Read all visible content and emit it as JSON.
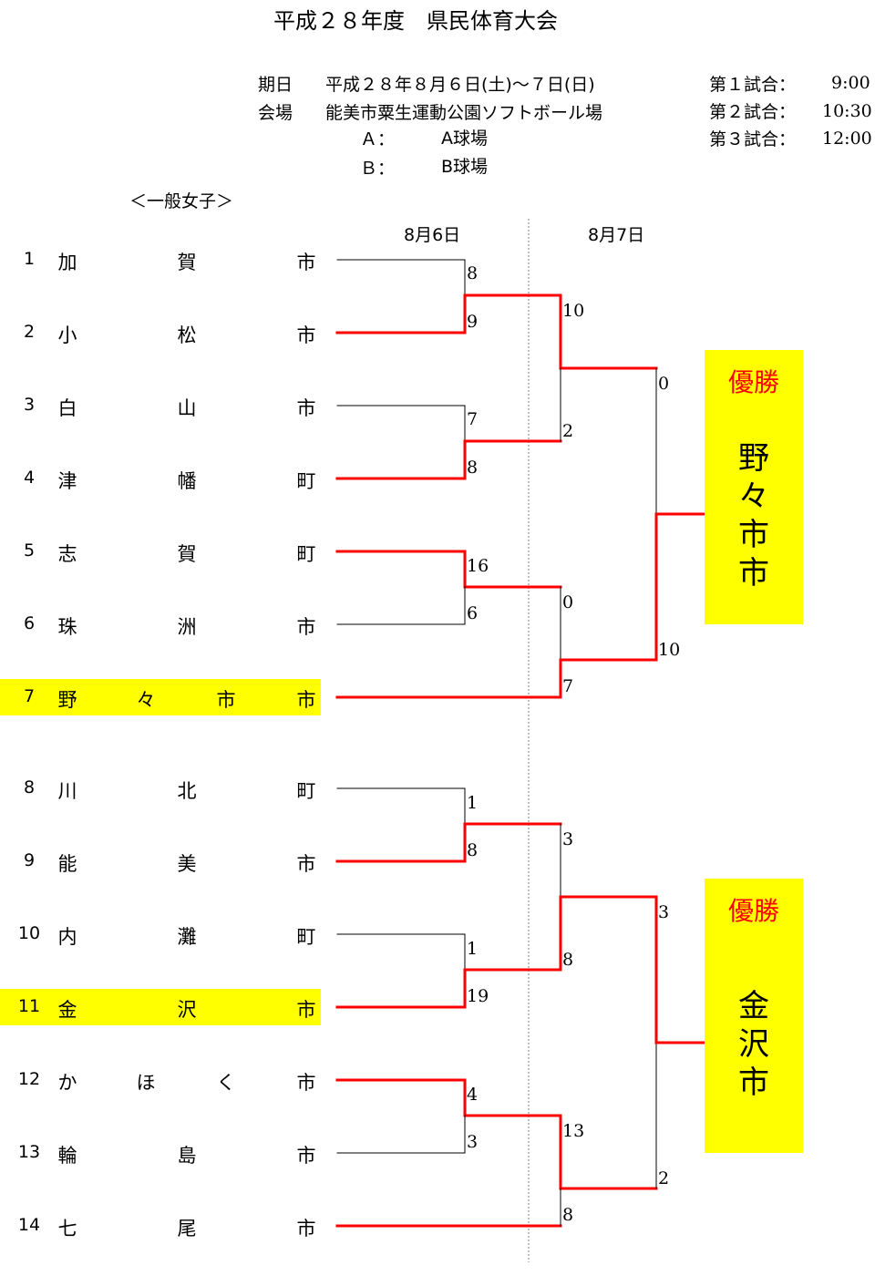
{
  "title": "平成２８年度　県民体育大会",
  "info": {
    "date_label": "期日",
    "date_value": "平成２８年８月６日(土)～７日(日)",
    "venue_label": "会場",
    "venue_value": "能美市粟生運動公園ソフトボール場",
    "field_a_label": "Ａ：",
    "field_a_value": "A球場",
    "field_b_label": "Ｂ：",
    "field_b_value": "B球場"
  },
  "schedule": [
    {
      "label": "第１試合：",
      "time": "9:00"
    },
    {
      "label": "第２試合：",
      "time": "10:30"
    },
    {
      "label": "第３試合：",
      "time": "12:00"
    }
  ],
  "category": "＜一般女子＞",
  "dates": {
    "day1": "8月6日",
    "day2": "8月7日"
  },
  "teams": [
    {
      "num": "1",
      "chars": [
        "加",
        "",
        "賀",
        "",
        "市"
      ]
    },
    {
      "num": "2",
      "chars": [
        "小",
        "",
        "松",
        "",
        "市"
      ]
    },
    {
      "num": "3",
      "chars": [
        "白",
        "",
        "山",
        "",
        "市"
      ]
    },
    {
      "num": "4",
      "chars": [
        "津",
        "",
        "幡",
        "",
        "町"
      ]
    },
    {
      "num": "5",
      "chars": [
        "志",
        "",
        "賀",
        "",
        "町"
      ]
    },
    {
      "num": "6",
      "chars": [
        "珠",
        "",
        "洲",
        "",
        "市"
      ]
    },
    {
      "num": "7",
      "chars": [
        "野",
        "々",
        "",
        "市",
        "市"
      ]
    },
    {
      "num": "8",
      "chars": [
        "川",
        "",
        "北",
        "",
        "町"
      ]
    },
    {
      "num": "9",
      "chars": [
        "能",
        "",
        "美",
        "",
        "市"
      ]
    },
    {
      "num": "10",
      "chars": [
        "内",
        "",
        "灘",
        "",
        "町"
      ]
    },
    {
      "num": "11",
      "chars": [
        "金",
        "",
        "沢",
        "",
        "市"
      ]
    },
    {
      "num": "12",
      "chars": [
        "か",
        "ほ",
        "",
        "く",
        "市"
      ]
    },
    {
      "num": "13",
      "chars": [
        "輪",
        "",
        "島",
        "",
        "市"
      ]
    },
    {
      "num": "14",
      "chars": [
        "七",
        "",
        "尾",
        "",
        "市"
      ]
    }
  ],
  "scores": {
    "r1": [
      "8",
      "9",
      "7",
      "8",
      "16",
      "6",
      "1",
      "8",
      "1",
      "19",
      "4",
      "3"
    ],
    "r2": [
      "10",
      "2",
      "0",
      "7",
      "3",
      "8",
      "13",
      "8"
    ],
    "final": [
      "0",
      "10",
      "3",
      "2"
    ]
  },
  "champions": [
    {
      "label": "優勝",
      "name": [
        "野",
        "々",
        "市",
        "市"
      ]
    },
    {
      "label": "優勝",
      "name": [
        "金",
        "沢",
        "市"
      ]
    }
  ],
  "colors": {
    "winner_line": "#ff0000",
    "loser_line": "#000000",
    "highlight": "#ffff00"
  }
}
